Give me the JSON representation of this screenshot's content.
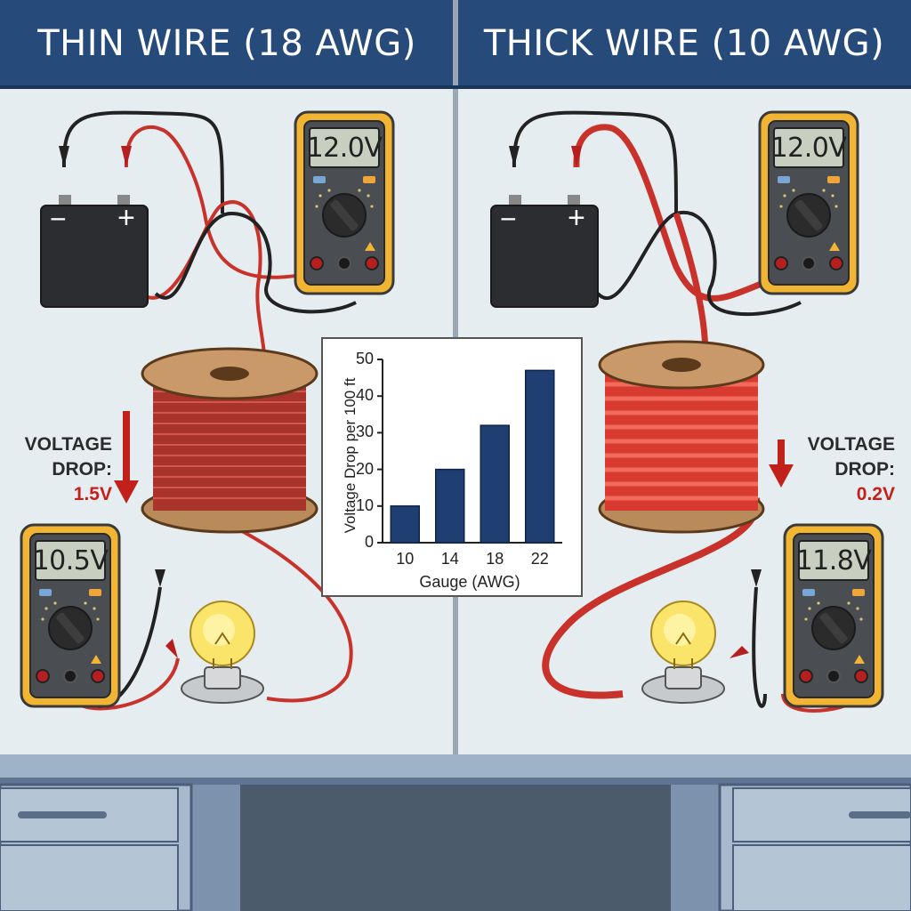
{
  "headers": {
    "left": "THIN WIRE (18 AWG)",
    "right": "THICK WIRE (10 AWG)"
  },
  "meters": {
    "left_source": "12.0V",
    "left_load": "10.5V",
    "right_source": "12.0V",
    "right_load": "11.8V"
  },
  "battery_terminals": {
    "negative": "−",
    "positive": "+"
  },
  "drops": {
    "left": {
      "label_line1": "VOLTAGE",
      "label_line2": "DROP:",
      "value": "1.5V"
    },
    "right": {
      "label_line1": "VOLTAGE",
      "label_line2": "DROP:",
      "value": "0.2V"
    }
  },
  "colors": {
    "header_blue": "#264a7a",
    "wire_red": "#c8322b",
    "meter_yellow": "#f2b533",
    "bar_blue": "#1f3f73",
    "arrow_red": "#c2211b"
  },
  "icons": [
    "battery-icon",
    "multimeter-icon",
    "wire-spool-icon",
    "light-bulb-icon",
    "down-arrow-icon"
  ],
  "chart_data": {
    "type": "bar",
    "categories": [
      "10",
      "14",
      "18",
      "22"
    ],
    "values": [
      10,
      20,
      32,
      47
    ],
    "title": "",
    "xlabel": "Gauge (AWG)",
    "ylabel": "Voltage Drop per 100 ft",
    "ylim": [
      0,
      50
    ],
    "yticks": [
      0,
      10,
      20,
      30,
      40,
      50
    ],
    "grid": false,
    "legend": "none"
  }
}
